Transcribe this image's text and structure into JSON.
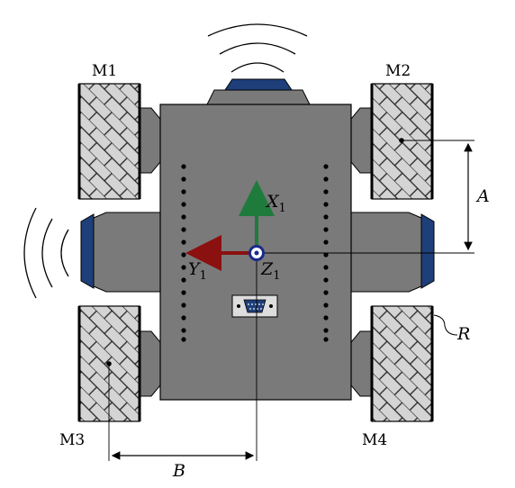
{
  "motors": {
    "m1": "M1",
    "m2": "M2",
    "m3": "M3",
    "m4": "M4"
  },
  "dimensions": {
    "a": "A",
    "b": "B",
    "r": "R"
  },
  "axes": {
    "x": {
      "name": "X",
      "sub": "1"
    },
    "y": {
      "name": "Y",
      "sub": "1"
    },
    "z": {
      "name": "Z",
      "sub": "1"
    }
  },
  "colors": {
    "body": "#7a7a7a",
    "wheel": "#d4d4d4",
    "sensor": "#1f3f7a",
    "x_axis": "#1e7b3c",
    "y_axis": "#8b1010",
    "z_axis": "#1a2a8a"
  },
  "icons": {
    "front_signal": "wireless-waves-icon",
    "side_signal": "wireless-waves-icon",
    "connector": "serial-port-icon"
  }
}
